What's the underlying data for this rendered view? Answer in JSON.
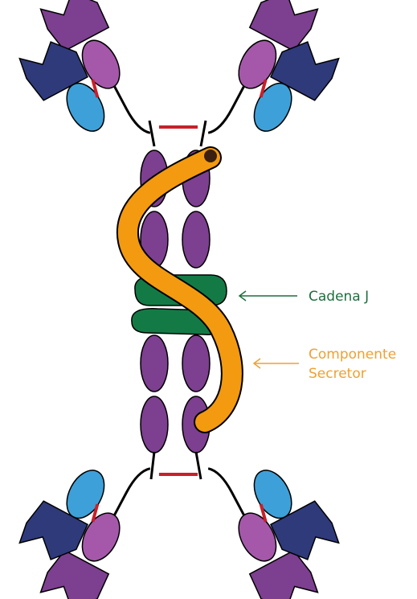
{
  "labels": {
    "j_chain": "Cadena J",
    "secretory_line1": "Componente",
    "secretory_line2": "Secretor"
  },
  "colors": {
    "heavy_purple": "#7d3f8f",
    "heavy_light_purple": "#a558a9",
    "dark_navy": "#2f3a7b",
    "light_blue": "#3ea0d8",
    "disulfide_red": "#c8202a",
    "j_chain_green": "#137a46",
    "secretory_orange": "#f39a10",
    "j_label_color": "#1e6e3e",
    "secretory_label_color": "#f0a030"
  }
}
